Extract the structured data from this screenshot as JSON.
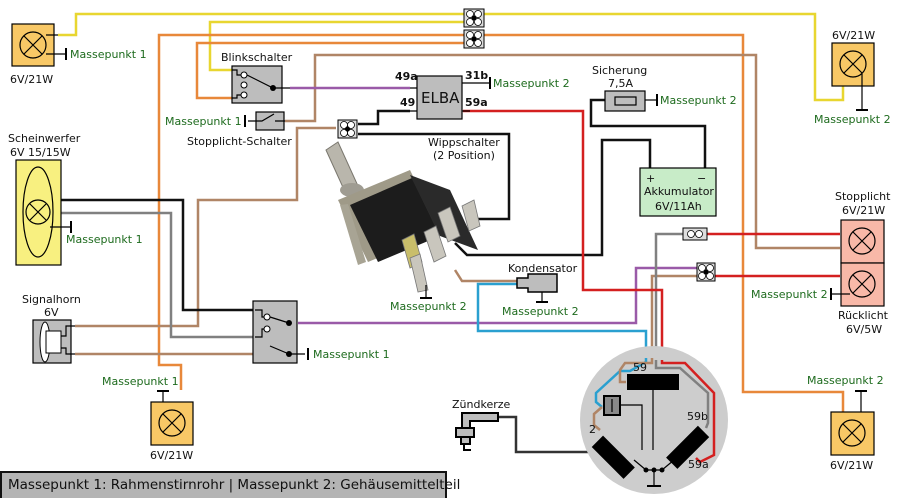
{
  "title": "Wiring diagram (Schaltplan)",
  "colors": {
    "yellow_wire": "#e8d630",
    "orange_wire": "#e8883a",
    "brown_wire": "#b08566",
    "purple_wire": "#9a5aa8",
    "black_wire": "#111111",
    "grey_wire": "#808080",
    "red_wire": "#d42020",
    "blue_wire": "#2aa0d0",
    "lamp_fill": "#f8c866",
    "headlight_fill": "#f8f080",
    "taillight_fill": "#f8b8a8",
    "battery_fill": "#c8ecc8",
    "component_grey": "#bdbdbd",
    "ground_label": "#1e6b1e"
  },
  "components": {
    "blinker_front_left": {
      "rating": "6V/21W",
      "ground": "Massepunkt 1"
    },
    "blinker_front_right": {
      "rating": "6V/21W",
      "ground": "Massepunkt 2"
    },
    "blinker_rear_left": {
      "rating": "6V/21W",
      "ground": "Massepunkt 1"
    },
    "blinker_rear_right": {
      "rating": "6V/21W",
      "ground": "Massepunkt 2"
    },
    "blinkschalter": {
      "label": "Blinkschalter"
    },
    "stopplicht_schalter": {
      "label": "Stopplicht-Schalter",
      "ground": "Massepunkt 1"
    },
    "elba": {
      "label": "ELBA",
      "pins": {
        "p49a": "49a",
        "p31b": "31b",
        "p49": "49",
        "p59a": "59a"
      },
      "ground": "Massepunkt 2"
    },
    "sicherung": {
      "label": "Sicherung",
      "rating": "7,5A",
      "ground": "Massepunkt 2"
    },
    "scheinwerfer": {
      "label": "Scheinwerfer",
      "rating": "6V 15/15W",
      "ground": "Massepunkt 1"
    },
    "wippschalter": {
      "label": "Wippschalter",
      "sub": "(2 Position)",
      "ground": "Massepunkt 2"
    },
    "akkumulator": {
      "label": "Akkumulator",
      "rating": "6V/11Ah",
      "plus": "+",
      "minus": "−"
    },
    "stopplicht": {
      "label": "Stopplicht",
      "rating": "6V/21W"
    },
    "ruecklicht": {
      "label": "Rücklicht",
      "rating": "6V/5W",
      "ground": "Massepunkt 2"
    },
    "signalhorn": {
      "label": "Signalhorn",
      "rating": "6V"
    },
    "lichtschalter": {
      "ground": "Massepunkt 1"
    },
    "kondensator": {
      "label": "Kondensator",
      "ground": "Massepunkt 2"
    },
    "zuendkerze": {
      "label": "Zündkerze"
    },
    "lichtmaschine": {
      "pins": {
        "p59": "59",
        "p59b": "59b",
        "p59a": "59a",
        "p2": "2"
      }
    }
  },
  "status_bar": {
    "text": "Massepunkt 1: Rahmenstirnrohr | Massepunkt 2: Gehäusemittelteil"
  }
}
